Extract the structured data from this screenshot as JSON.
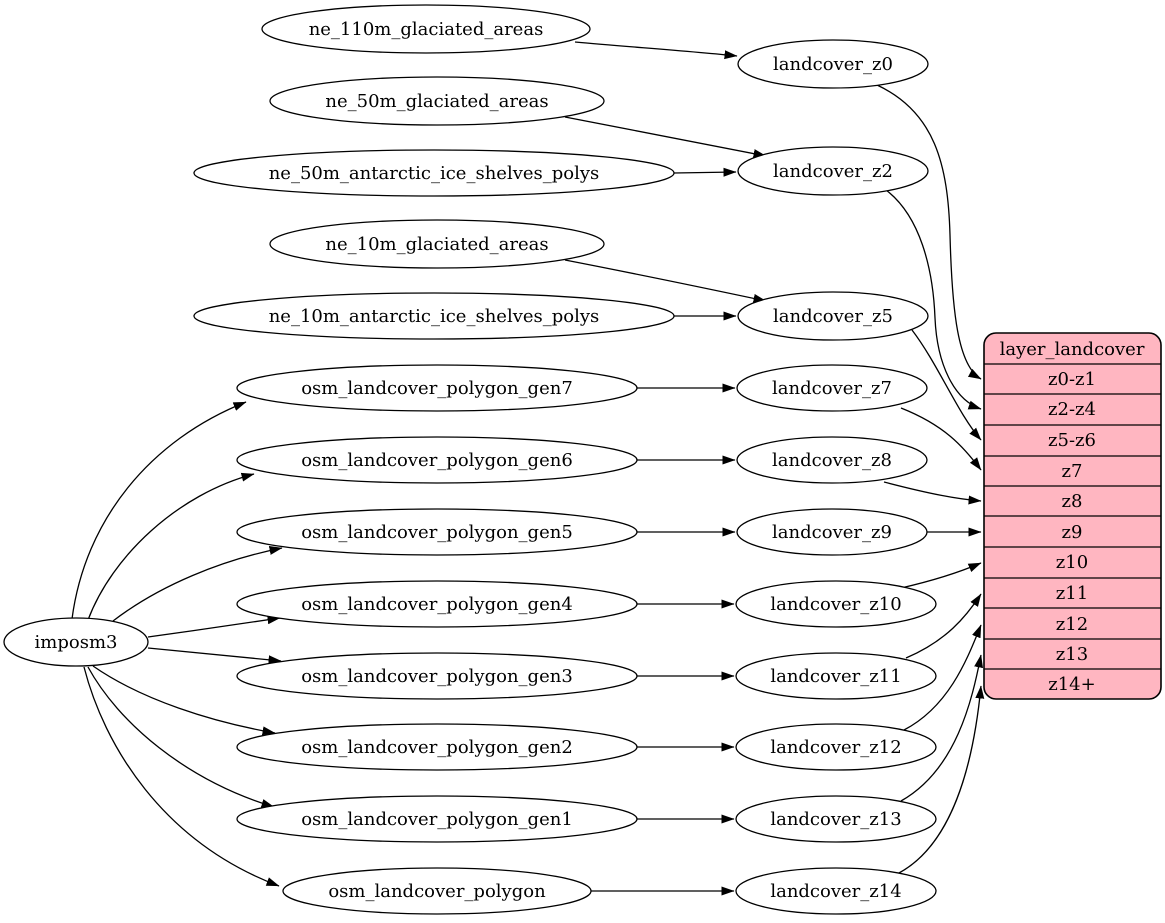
{
  "colors": {
    "background": "#ffffff",
    "node_fill": "#ffffff",
    "node_stroke": "#000000",
    "edge_color": "#000000",
    "record_fill": "#ffb6c1"
  },
  "nodes": {
    "importer": "imposm3",
    "sources": [
      "ne_110m_glaciated_areas",
      "ne_50m_glaciated_areas",
      "ne_50m_antarctic_ice_shelves_polys",
      "ne_10m_glaciated_areas",
      "ne_10m_antarctic_ice_shelves_polys",
      "osm_landcover_polygon_gen7",
      "osm_landcover_polygon_gen6",
      "osm_landcover_polygon_gen5",
      "osm_landcover_polygon_gen4",
      "osm_landcover_polygon_gen3",
      "osm_landcover_polygon_gen2",
      "osm_landcover_polygon_gen1",
      "osm_landcover_polygon"
    ],
    "stages": [
      "landcover_z0",
      "landcover_z2",
      "landcover_z5",
      "landcover_z7",
      "landcover_z8",
      "landcover_z9",
      "landcover_z10",
      "landcover_z11",
      "landcover_z12",
      "landcover_z13",
      "landcover_z14"
    ]
  },
  "record": {
    "title": "layer_landcover",
    "rows": [
      "z0-z1",
      "z2-z4",
      "z5-z6",
      "z7",
      "z8",
      "z9",
      "z10",
      "z11",
      "z12",
      "z13",
      "z14+"
    ]
  },
  "edges": [
    {
      "from": "imposm3",
      "to": "osm_landcover_polygon_gen7"
    },
    {
      "from": "imposm3",
      "to": "osm_landcover_polygon_gen6"
    },
    {
      "from": "imposm3",
      "to": "osm_landcover_polygon_gen5"
    },
    {
      "from": "imposm3",
      "to": "osm_landcover_polygon_gen4"
    },
    {
      "from": "imposm3",
      "to": "osm_landcover_polygon_gen3"
    },
    {
      "from": "imposm3",
      "to": "osm_landcover_polygon_gen2"
    },
    {
      "from": "imposm3",
      "to": "osm_landcover_polygon_gen1"
    },
    {
      "from": "imposm3",
      "to": "osm_landcover_polygon"
    },
    {
      "from": "ne_110m_glaciated_areas",
      "to": "landcover_z0"
    },
    {
      "from": "ne_50m_glaciated_areas",
      "to": "landcover_z2"
    },
    {
      "from": "ne_50m_antarctic_ice_shelves_polys",
      "to": "landcover_z2"
    },
    {
      "from": "ne_10m_glaciated_areas",
      "to": "landcover_z5"
    },
    {
      "from": "ne_10m_antarctic_ice_shelves_polys",
      "to": "landcover_z5"
    },
    {
      "from": "osm_landcover_polygon_gen7",
      "to": "landcover_z7"
    },
    {
      "from": "osm_landcover_polygon_gen6",
      "to": "landcover_z8"
    },
    {
      "from": "osm_landcover_polygon_gen5",
      "to": "landcover_z9"
    },
    {
      "from": "osm_landcover_polygon_gen4",
      "to": "landcover_z10"
    },
    {
      "from": "osm_landcover_polygon_gen3",
      "to": "landcover_z11"
    },
    {
      "from": "osm_landcover_polygon_gen2",
      "to": "landcover_z12"
    },
    {
      "from": "osm_landcover_polygon_gen1",
      "to": "landcover_z13"
    },
    {
      "from": "osm_landcover_polygon",
      "to": "landcover_z14"
    },
    {
      "from": "landcover_z0",
      "to": "layer_landcover:z0-z1"
    },
    {
      "from": "landcover_z2",
      "to": "layer_landcover:z2-z4"
    },
    {
      "from": "landcover_z5",
      "to": "layer_landcover:z5-z6"
    },
    {
      "from": "landcover_z7",
      "to": "layer_landcover:z7"
    },
    {
      "from": "landcover_z8",
      "to": "layer_landcover:z8"
    },
    {
      "from": "landcover_z9",
      "to": "layer_landcover:z9"
    },
    {
      "from": "landcover_z10",
      "to": "layer_landcover:z10"
    },
    {
      "from": "landcover_z11",
      "to": "layer_landcover:z11"
    },
    {
      "from": "landcover_z12",
      "to": "layer_landcover:z12"
    },
    {
      "from": "landcover_z13",
      "to": "layer_landcover:z13"
    },
    {
      "from": "landcover_z14",
      "to": "layer_landcover:z14+"
    }
  ]
}
